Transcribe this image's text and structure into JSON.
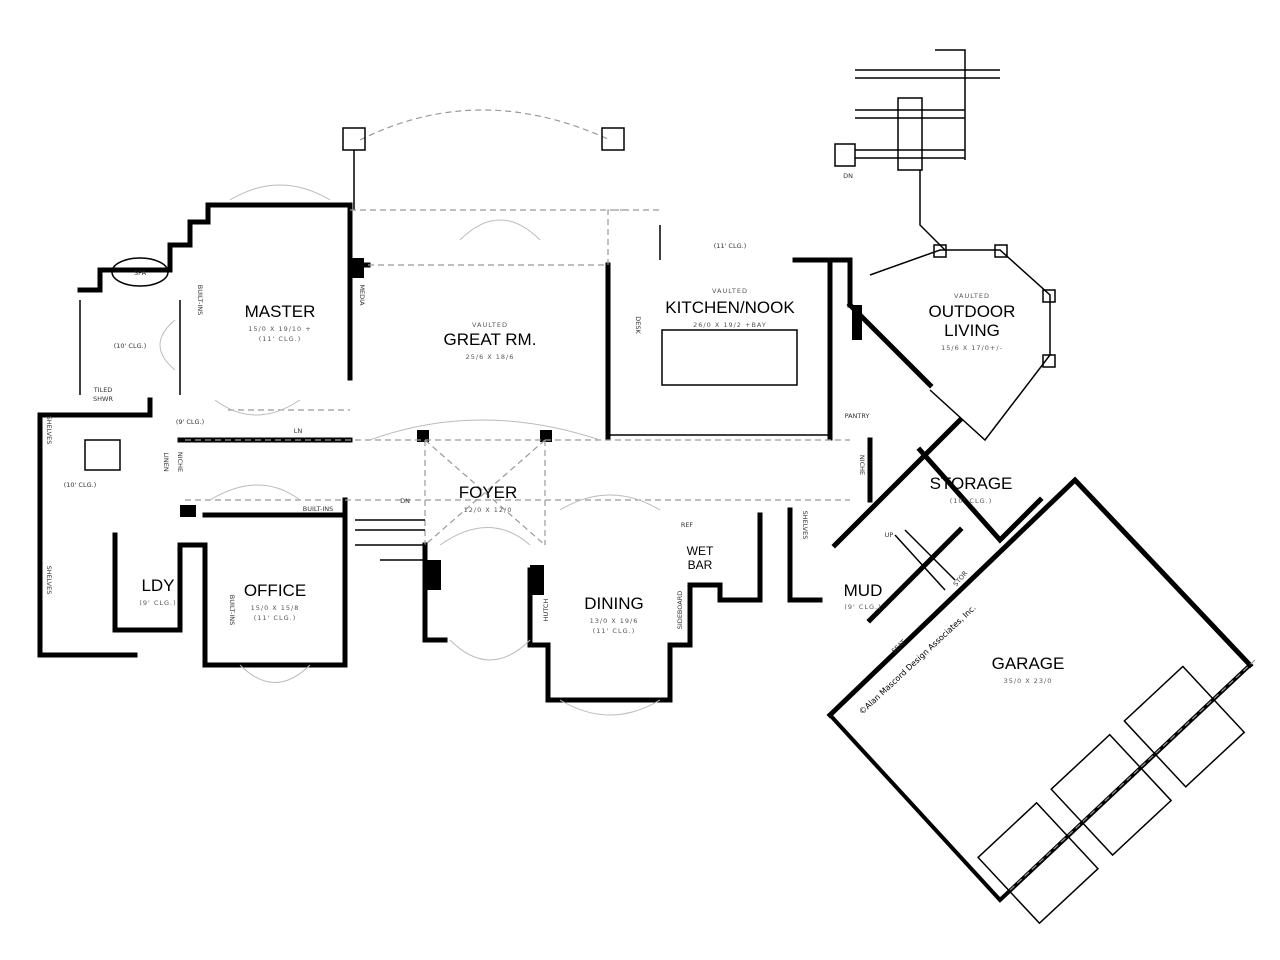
{
  "rooms": {
    "master": {
      "name": "MASTER",
      "size": "15/0 X 19/10 +",
      "ceiling": "(11' CLG.)"
    },
    "great_room": {
      "note": "VAULTED",
      "name": "GREAT RM.",
      "size": "25/6 X 18/6"
    },
    "kitchen": {
      "note": "VAULTED",
      "name": "KITCHEN/NOOK",
      "size": "26/0 X 19/2 +BAY"
    },
    "outdoor": {
      "note": "VAULTED",
      "name1": "OUTDOOR",
      "name2": "LIVING",
      "size": "15/6 X 17/0+/-"
    },
    "foyer": {
      "name": "FOYER",
      "size": "12/0 X 12/0"
    },
    "dining": {
      "name": "DINING",
      "size": "13/0 X 19/6",
      "ceiling": "(11' CLG.)"
    },
    "office": {
      "name": "OFFICE",
      "size": "15/0 X 15/8",
      "ceiling": "(11' CLG.)"
    },
    "laundry": {
      "name": "LDY",
      "ceiling": "(9' CLG.)"
    },
    "storage": {
      "name": "STORAGE",
      "ceiling": "(10' CLG.)"
    },
    "mud": {
      "name": "MUD",
      "ceiling": "(9' CLG.)"
    },
    "garage": {
      "name": "GARAGE",
      "size": "35/0 X 23/0"
    },
    "wet_bar": {
      "name1": "WET",
      "name2": "BAR"
    }
  },
  "labels": {
    "spa": "SPA",
    "tiled_shower1": "TILED",
    "tiled_shower2": "SHWR",
    "bath_ceiling": "(10' CLG.)",
    "closet_ceiling": "(9' CLG.)",
    "hall_ceiling": "(10' CLG.)",
    "kitchen_ceiling": "(11' CLG.)",
    "built_ins": "BUILT-INS",
    "media": "MEDIA",
    "desk": "DESK",
    "niche": "NICHE",
    "linen": "LINEN",
    "shelves": "SHELVES",
    "hutch": "HUTCH",
    "sideboard": "SIDEBOARD",
    "ref": "REF",
    "pantry": "PANTRY",
    "seat": "SEAT",
    "stor": "STOR",
    "dn": "DN",
    "up": "UP",
    "ln": "LN"
  },
  "copyright": "©Alan Mascord Design Associates, Inc."
}
